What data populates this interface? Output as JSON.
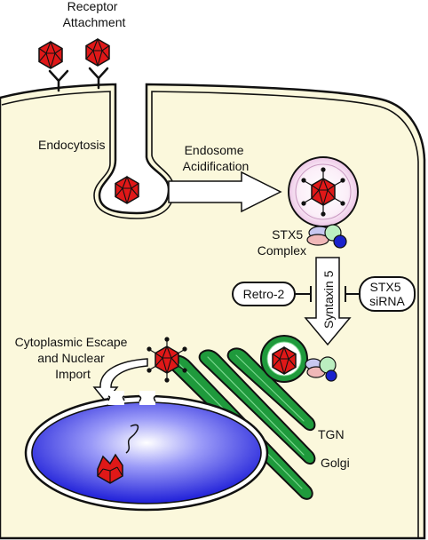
{
  "labels": {
    "receptor_attachment": [
      "Receptor",
      "Attachment"
    ],
    "endocytosis": "Endocytosis",
    "endosome_acidification": [
      "Endosome",
      "Acidification"
    ],
    "stx5_complex": [
      "STX5",
      "Complex"
    ],
    "syntaxin5": "Syntaxin 5",
    "retro2": "Retro-2",
    "stx5_sirna": [
      "STX5",
      "siRNA"
    ],
    "cytoplasmic_escape": [
      "Cytoplasmic Escape",
      "and Nuclear",
      "Import"
    ],
    "tgn": "TGN",
    "golgi": "Golgi"
  },
  "colors": {
    "cytoplasm": "#fbf8dc",
    "virus_red": "#e01818",
    "golgi_green": "#1f9a3c",
    "endosome_pink": "#e8c0e2",
    "nucleus_blue": "#2222dd",
    "complex_colors": [
      "#c8c8f0",
      "#f0b8b8",
      "#bbeec0",
      "#1a22cc"
    ]
  },
  "icons": [
    "virus-icon",
    "receptor-icon",
    "endosome-icon",
    "protein-complex-icon",
    "inhibition-icon",
    "nucleus-icon",
    "golgi-icon"
  ]
}
